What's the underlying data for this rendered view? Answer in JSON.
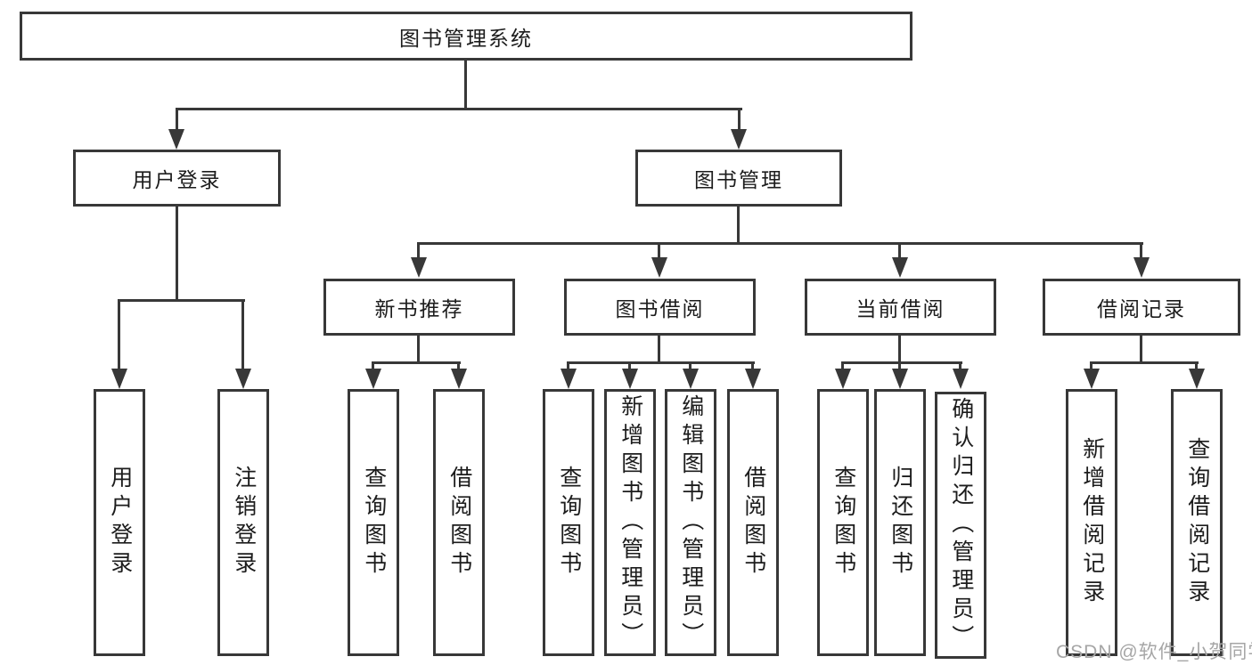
{
  "title": "图书管理系统",
  "tree": {
    "root": {
      "label": "图书管理系统"
    },
    "branches": [
      {
        "label": "用户登录",
        "children": [
          {
            "label": "用户登录"
          },
          {
            "label": "注销登录"
          }
        ]
      },
      {
        "label": "图书管理",
        "children": [
          {
            "label": "新书推荐",
            "children": [
              {
                "label": "查询图书"
              },
              {
                "label": "借阅图书"
              }
            ]
          },
          {
            "label": "图书借阅",
            "children": [
              {
                "label": "查询图书"
              },
              {
                "label": "新增图书（管理员）"
              },
              {
                "label": "编辑图书（管理员）"
              },
              {
                "label": "借阅图书"
              }
            ]
          },
          {
            "label": "当前借阅",
            "children": [
              {
                "label": "查询图书"
              },
              {
                "label": "归还图书"
              },
              {
                "label": "确认归还（管理员）"
              }
            ]
          },
          {
            "label": "借阅记录",
            "children": [
              {
                "label": "新增借阅记录"
              },
              {
                "label": "查询借阅记录"
              }
            ]
          }
        ]
      }
    ]
  },
  "watermark": "CSDN @软件_小贺同学",
  "colors": {
    "line": "#383838",
    "text": "#1c1c1c",
    "watermark": "#a6a6a6",
    "background": "#ffffff"
  }
}
